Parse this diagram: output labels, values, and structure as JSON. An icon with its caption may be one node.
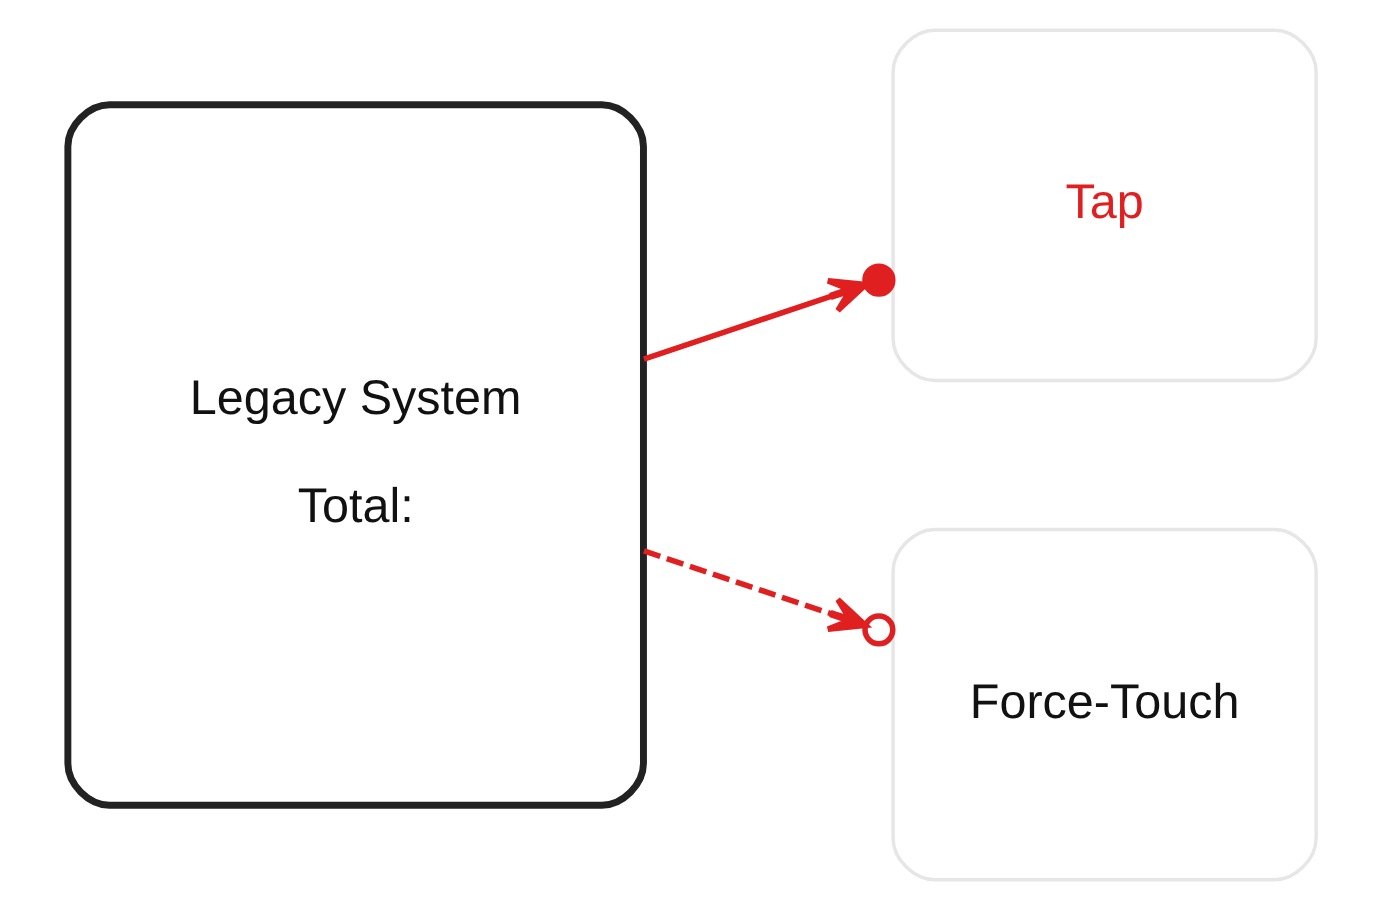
{
  "diagram": {
    "nodes": [
      {
        "text": [
          "Legacy System",
          "Total:"
        ]
      },
      {
        "text": [
          "Tap"
        ]
      },
      {
        "text": [
          "Force-Touch"
        ]
      }
    ],
    "edges": [
      {
        "from": 0,
        "to": 1,
        "arrow": "to"
      },
      {
        "from": 0,
        "to": 2,
        "arrow": "to",
        "style": "dashed"
      }
    ]
  }
}
